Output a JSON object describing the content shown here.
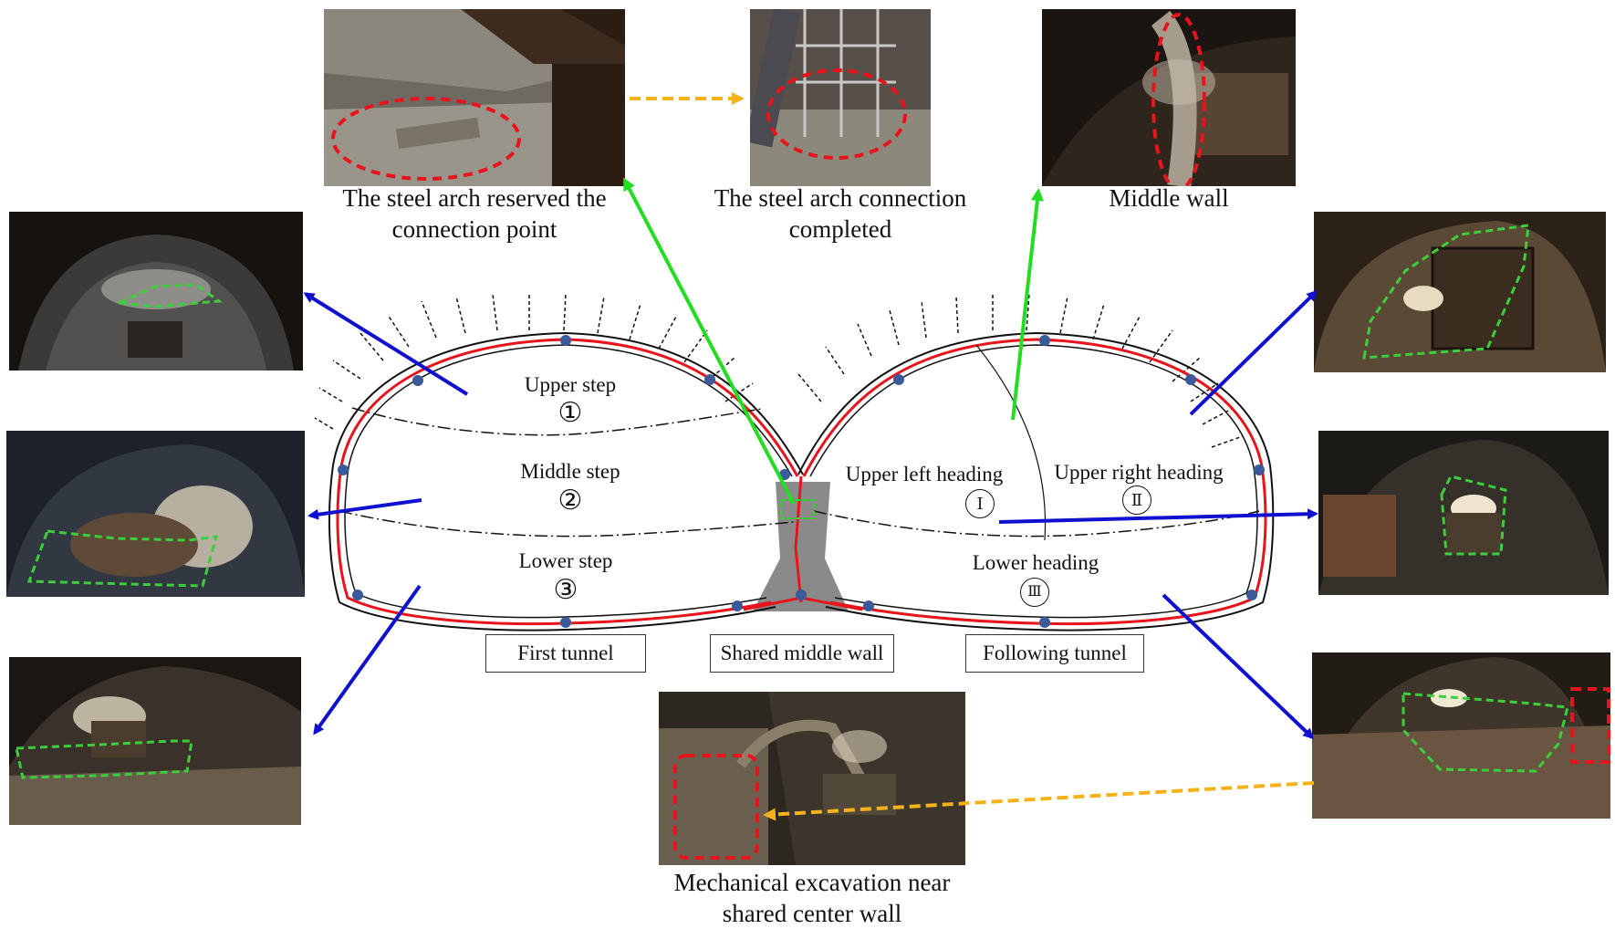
{
  "captions": {
    "steel_arch_reserved": "The steel arch reserved the connection point",
    "steel_arch_completed": "The steel arch connection completed",
    "middle_wall": "Middle wall",
    "mechanical_excavation": "Mechanical excavation near shared center wall"
  },
  "first_tunnel": {
    "upper_step": "Upper step",
    "upper_step_num": "①",
    "middle_step": "Middle step",
    "middle_step_num": "②",
    "lower_step": "Lower step",
    "lower_step_num": "③"
  },
  "following_tunnel": {
    "upper_left_heading": "Upper left heading",
    "upper_left_num": "Ⅰ",
    "upper_right_heading": "Upper right heading",
    "upper_right_num": "Ⅱ",
    "lower_heading": "Lower heading",
    "lower_num": "Ⅲ"
  },
  "labels": {
    "first_tunnel": "First tunnel",
    "shared_middle_wall": "Shared middle wall",
    "following_tunnel": "Following tunnel"
  },
  "colors": {
    "lining_red": "#e8141c",
    "arrow_blue": "#1010d0",
    "arrow_green": "#22dd22",
    "arrow_orange": "#f5b21a",
    "highlight_red": "#e8141c",
    "highlight_green": "#3ccf3c",
    "wall_gray": "#8a8a8a",
    "node_blue": "#3a5a9a"
  }
}
